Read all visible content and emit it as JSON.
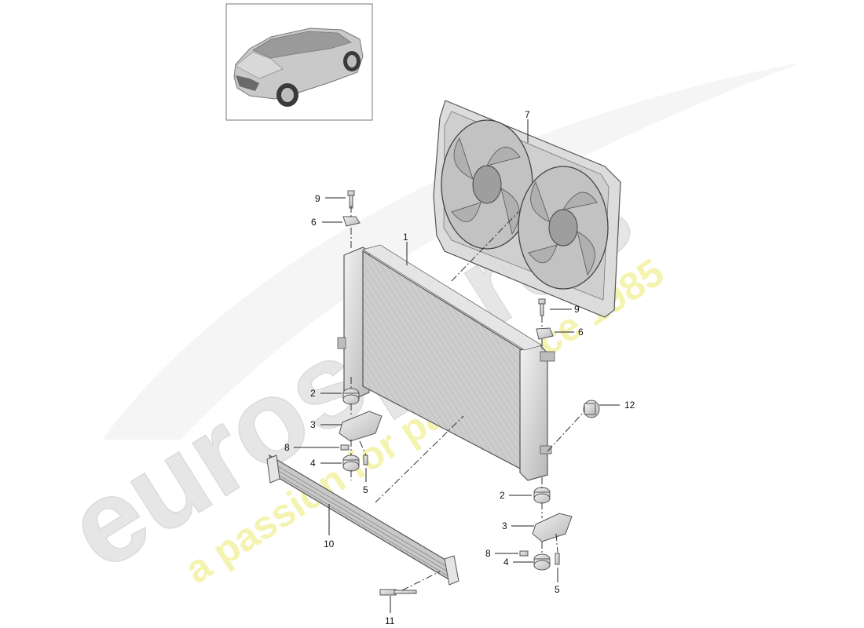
{
  "watermark": {
    "brand": "eurospares",
    "tagline": "a passion for parts since 1985",
    "brand_color": "#dcdcdc",
    "tagline_color": "#f3f1a6"
  },
  "vehicle_thumbnail": {
    "icon": "suv-car-icon"
  },
  "callouts": [
    {
      "id": "c1",
      "number": "1"
    },
    {
      "id": "c7",
      "number": "7"
    },
    {
      "id": "c9a",
      "number": "9"
    },
    {
      "id": "c6a",
      "number": "6"
    },
    {
      "id": "c9b",
      "number": "9"
    },
    {
      "id": "c6b",
      "number": "6"
    },
    {
      "id": "c2a",
      "number": "2"
    },
    {
      "id": "c3a",
      "number": "3"
    },
    {
      "id": "c8a",
      "number": "8"
    },
    {
      "id": "c4a",
      "number": "4"
    },
    {
      "id": "c5a",
      "number": "5"
    },
    {
      "id": "c12",
      "number": "12"
    },
    {
      "id": "c2b",
      "number": "2"
    },
    {
      "id": "c3b",
      "number": "3"
    },
    {
      "id": "c8b",
      "number": "8"
    },
    {
      "id": "c4b",
      "number": "4"
    },
    {
      "id": "c5b",
      "number": "5"
    },
    {
      "id": "c10",
      "number": "10"
    },
    {
      "id": "c11",
      "number": "11"
    }
  ]
}
